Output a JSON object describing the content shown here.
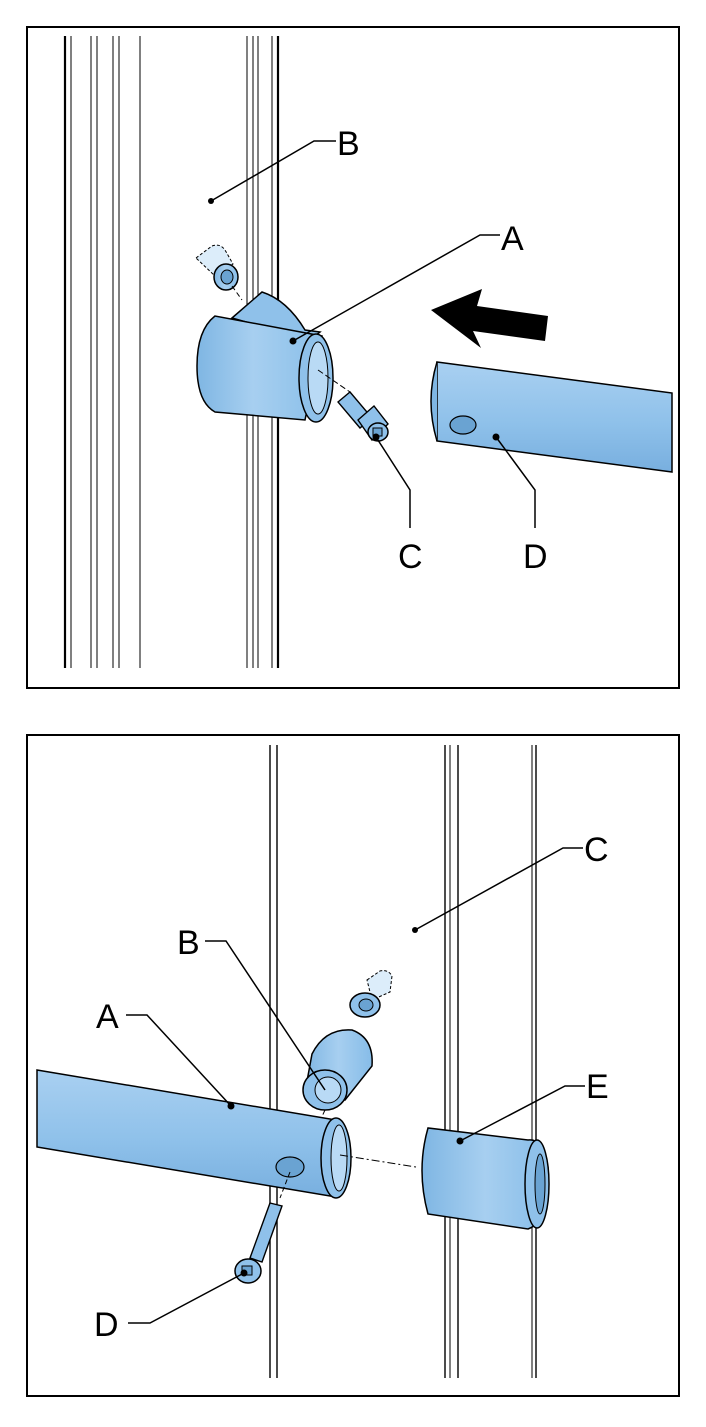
{
  "colors": {
    "part_fill": "#8fc1ea",
    "part_dark": "#6aa3d2",
    "part_light": "#b9daf5",
    "outline": "#000000",
    "arrow": "#000000",
    "frame": "#000000",
    "background": "#ffffff"
  },
  "icons": {
    "direction": "push-left-arrow-icon"
  },
  "top_panel": {
    "labels": {
      "A": "A",
      "B": "B",
      "C": "C",
      "D": "D"
    }
  },
  "bottom_panel": {
    "labels": {
      "A": "A",
      "B": "B",
      "C": "C",
      "D": "D",
      "E": "E"
    }
  }
}
